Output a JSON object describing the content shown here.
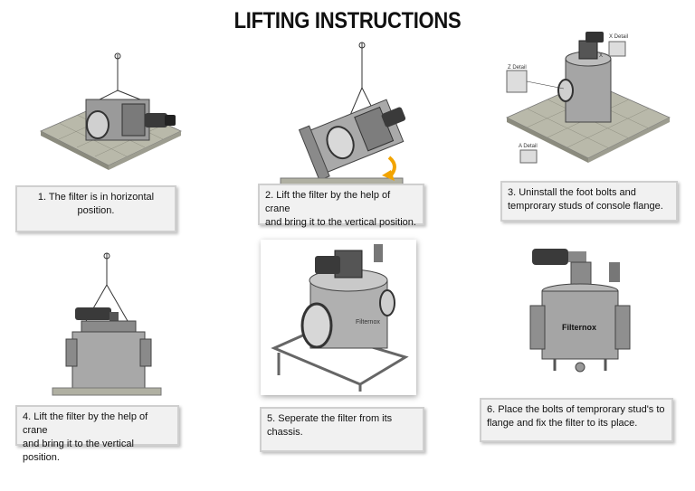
{
  "title": "LIFTING INSTRUCTIONS",
  "steps": [
    {
      "caption": "1. The filter is in horizontal\nposition."
    },
    {
      "caption": "2. Lift the filter by the help of crane\nand bring it to the vertical position."
    },
    {
      "caption": "3. Uninstall the foot bolts and\ntemprorary studs of console flange."
    },
    {
      "caption": "4. Lift the filter by the help of crane\nand bring it to the vertical position."
    },
    {
      "caption": "5. Seperate the filter from its\nchassis."
    },
    {
      "caption": "6. Place the bolts of temprorary stud's to\nflange and fix the filter to its place."
    }
  ],
  "details": {
    "x_detail": "X Detail",
    "z_detail": "Z Detail",
    "a_detail": "A Detail",
    "x": "X"
  },
  "brand": "Filternox"
}
